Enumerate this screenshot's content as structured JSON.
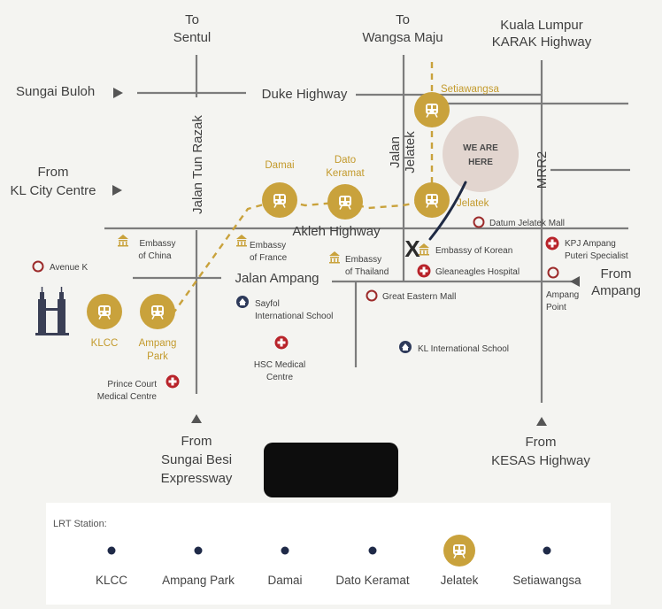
{
  "directions": {
    "to_sentul": [
      "To",
      "Sentul"
    ],
    "to_wangsa_maju": [
      "To",
      "Wangsa Maju"
    ],
    "kl_karak": [
      "Kuala Lumpur",
      "KARAK Highway"
    ],
    "sungai_buloh": "Sungai Buloh",
    "from_kl_city": [
      "From",
      "KL City Centre"
    ],
    "from_ampang": [
      "From",
      "Ampang"
    ],
    "from_sungai_besi": [
      "From",
      "Sungai Besi",
      "Expressway"
    ],
    "from_kesas": [
      "From",
      "KESAS Highway"
    ]
  },
  "roads": {
    "duke": "Duke Highway",
    "akleh": "Akleh Highway",
    "jalan_ampang": "Jalan Ampang",
    "tun_razak": "Jalan Tun Razak",
    "jelatek": [
      "Jalan",
      "Jelatek"
    ],
    "mrr2": "MRR2"
  },
  "stations": {
    "setiawangsa": "Setiawangsa",
    "damai": "Damai",
    "dato_keramat": [
      "Dato",
      "Keramat"
    ],
    "jelatek": "Jelatek",
    "klcc": "KLCC",
    "ampang_park": [
      "Ampang",
      "Park"
    ]
  },
  "we_are_here": [
    "WE ARE",
    "HERE"
  ],
  "pois": {
    "embassy_china": [
      "Embassy",
      "of China"
    ],
    "embassy_france": [
      "Embassy",
      "of France"
    ],
    "embassy_thailand": [
      "Embassy",
      "of Thailand"
    ],
    "embassy_korean": "Embassy of Korean",
    "avenue_k": "Avenue K",
    "sayfol": [
      "Sayfol",
      "International School"
    ],
    "hsc": [
      "HSC Medical",
      "Centre"
    ],
    "prince_court": [
      "Prince Court",
      "Medical Centre"
    ],
    "great_eastern": "Great Eastern Mall",
    "gleneagles": "Gleaneagles Hospital",
    "datum_jelatek": "Datum Jelatek Mall",
    "kpj": [
      "KPJ Ampang",
      "Puteri Specialist"
    ],
    "ampang_point": [
      "Ampang",
      "Point"
    ],
    "kl_international": "KL International School"
  },
  "legend": {
    "title": "LRT Station:",
    "stations": [
      "KLCC",
      "Ampang Park",
      "Damai",
      "Dato Keramat",
      "Jelatek",
      "Setiawangsa"
    ],
    "current_index": 4
  },
  "colors": {
    "lrt_gold": "#c9a23c",
    "road_gray": "#7c7c7c",
    "poi_red": "#b8232a",
    "we_are_here_fill": "#e2d5cf"
  }
}
